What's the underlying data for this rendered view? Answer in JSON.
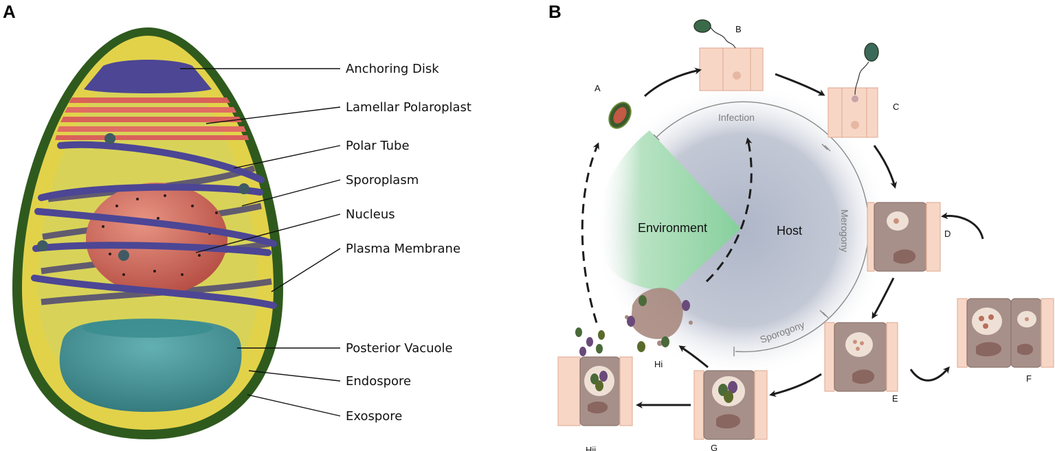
{
  "panels": {
    "a": "A",
    "b": "B"
  },
  "spore_parts": [
    "Anchoring Disk",
    "Lamellar Polaroplast",
    "Polar Tube",
    "Sporoplasm",
    "Nucleus",
    "Plasma Membrane",
    "Posterior Vacuole",
    "Endospore",
    "Exospore"
  ],
  "cycle": {
    "zones": {
      "environment": "Environment",
      "host": "Host"
    },
    "phases": {
      "infection": "Infection",
      "merogony": "Merogony",
      "sporogony": "Sporogony"
    },
    "stages": {
      "a": "A",
      "b": "B",
      "c": "C",
      "d": "D",
      "e": "E",
      "f": "F",
      "g": "G",
      "hi": "Hi",
      "hii": "Hii"
    }
  },
  "colors": {
    "exospore": "#2f5a1e",
    "endospore": "#e2d24a",
    "cytoplasm": "#d6d35a",
    "polaroplast": "#d9615a",
    "polar_tube": "#4c4695",
    "nucleus": "#cf6b5c",
    "vacuole": "#3f8f93",
    "environment_zone": "#8fd3a5",
    "host_zone": "#b5bccb",
    "host_cell": "#f7d6c6",
    "infected_cell": "#a79089"
  }
}
